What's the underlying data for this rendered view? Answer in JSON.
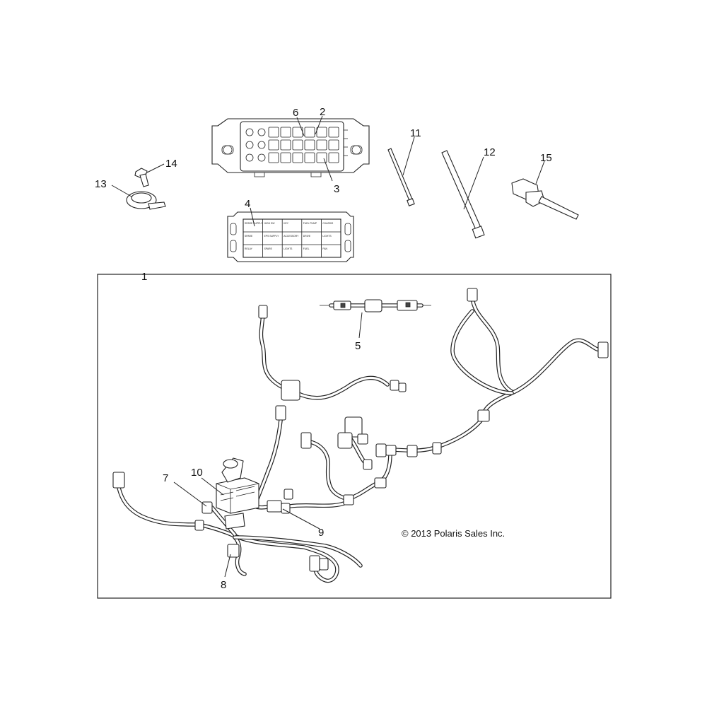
{
  "callouts": [
    {
      "id": "c1",
      "text": "1"
    },
    {
      "id": "c2",
      "text": "2"
    },
    {
      "id": "c3",
      "text": "3"
    },
    {
      "id": "c4",
      "text": "4"
    },
    {
      "id": "c5",
      "text": "5"
    },
    {
      "id": "c6",
      "text": "6"
    },
    {
      "id": "c7",
      "text": "7"
    },
    {
      "id": "c8",
      "text": "8"
    },
    {
      "id": "c9",
      "text": "9"
    },
    {
      "id": "c10",
      "text": "10"
    },
    {
      "id": "c11",
      "text": "11"
    },
    {
      "id": "c12",
      "text": "12"
    },
    {
      "id": "c13",
      "text": "13"
    },
    {
      "id": "c14",
      "text": "14"
    },
    {
      "id": "c15",
      "text": "15"
    }
  ],
  "copyright": "© 2013 Polaris Sales Inc.",
  "fuse_cover_labels": [
    "SPARE SUPPLY",
    "HIGH SW",
    "KEY",
    "FUEL PUMP",
    "CHASSIS",
    "SPARE",
    "EPS SUPPLY",
    "ACCESSORY",
    "DRIVE",
    "LIGHTS",
    "RELAY",
    "SPARE",
    "LIGHTS",
    "FUEL",
    "FAN",
    "RELAY"
  ]
}
